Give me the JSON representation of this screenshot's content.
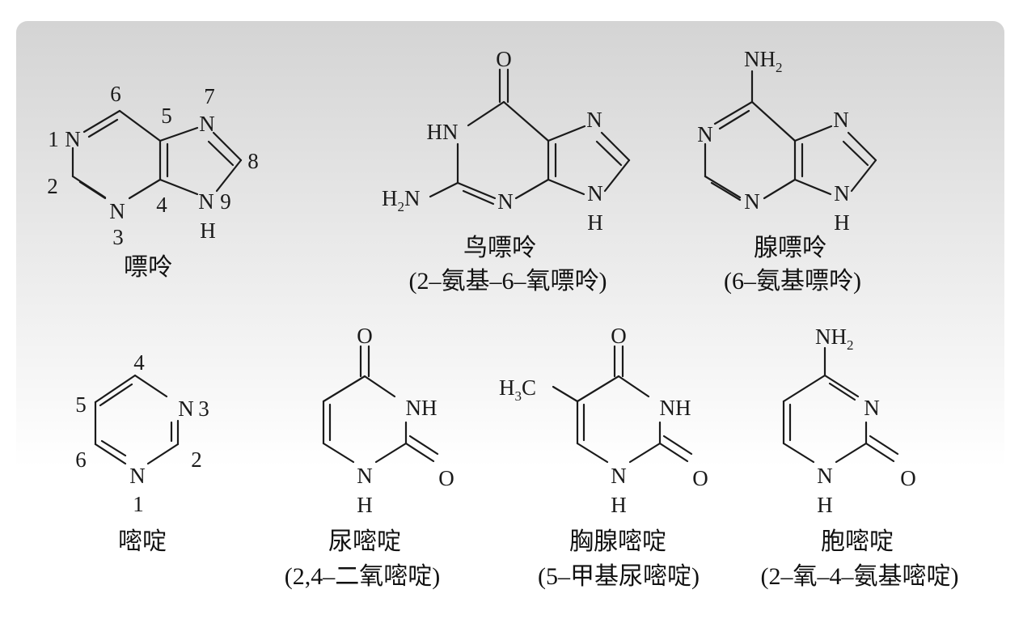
{
  "structures": {
    "purine": {
      "name": "嘌呤",
      "atoms": {
        "n1": "N",
        "n3": "N",
        "n7": "N",
        "n9": "N",
        "h9": "H"
      },
      "numbers": {
        "p1": "1",
        "p2": "2",
        "p3": "3",
        "p4": "4",
        "p5": "5",
        "p6": "6",
        "p7": "7",
        "p8": "8",
        "p9": "9"
      }
    },
    "guanine": {
      "name": "鸟嘌呤",
      "subtitle": "(2‒氨基‒6‒氧嘌呤)",
      "atoms": {
        "o": "O",
        "hn": "HN",
        "n3": "N",
        "n7": "N",
        "n9": "N",
        "h9": "H",
        "h2n": "H",
        "h2n_sub": "2",
        "h2n_n": "N"
      }
    },
    "adenine": {
      "name": "腺嘌呤",
      "subtitle": "(6‒氨基嘌呤)",
      "atoms": {
        "nh": "NH",
        "nh_sub": "2",
        "n1": "N",
        "n3": "N",
        "n7": "N",
        "n9": "N",
        "h9": "H"
      }
    },
    "pyrimidine": {
      "name": "嘧啶",
      "atoms": {
        "n3": "N",
        "n1": "N"
      },
      "numbers": {
        "p1": "1",
        "p2": "2",
        "p3": "3",
        "p4": "4",
        "p5": "5",
        "p6": "6"
      }
    },
    "uracil": {
      "name": "尿嘧啶",
      "subtitle": "(2,4‒二氧嘧啶)",
      "atoms": {
        "o4": "O",
        "nh3": "NH",
        "n1": "N",
        "h1": "H",
        "o2": "O"
      }
    },
    "thymine": {
      "name": "胸腺嘧啶",
      "subtitle": "(5‒甲基尿嘧啶)",
      "atoms": {
        "ch3_h": "H",
        "ch3_sub": "3",
        "ch3_c": "C",
        "o4": "O",
        "nh3": "NH",
        "n1": "N",
        "h1": "H",
        "o2": "O"
      }
    },
    "cytosine": {
      "name": "胞嘧啶",
      "subtitle": "(2‒氧‒4‒氨基嘧啶)",
      "atoms": {
        "nh": "NH",
        "nh_sub": "2",
        "n3": "N",
        "n1": "N",
        "h1": "H",
        "o2": "O"
      }
    }
  }
}
